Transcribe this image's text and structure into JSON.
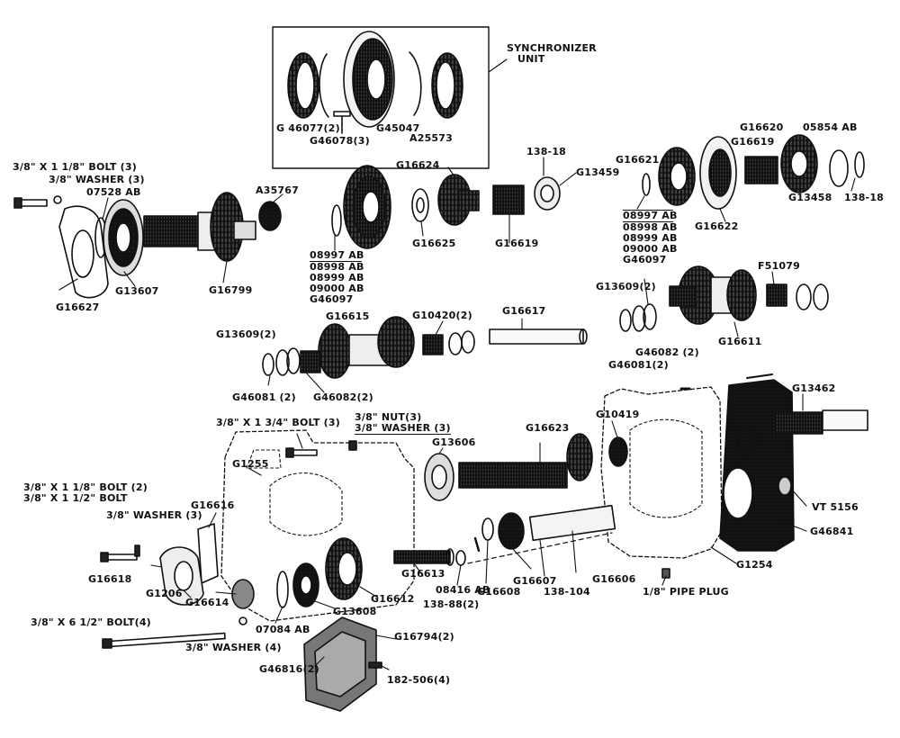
{
  "synchronizer": {
    "title_line1": "SYNCHRONIZER",
    "title_line2": "UNIT",
    "parts": [
      "G 46077(2)",
      "G45047",
      "G46078(3)",
      "A25573"
    ]
  },
  "labels": {
    "bolt_3_8x1_1_8_3": "3/8\" X 1 1/8\" BOLT (3)",
    "washer_3_8_3_top": "3/8\" WASHER (3)",
    "p07528ab": "07528 AB",
    "a35767": "A35767",
    "g16627": "G16627",
    "g13607": "G13607",
    "g16799": "G16799",
    "g16624": "G16624",
    "p138_18_top": "138-18",
    "g13459": "G13459",
    "g16625": "G16625",
    "g16619_mid": "G16619",
    "g16620": "G16620",
    "p05854ab": "05854 AB",
    "g16621": "G16621",
    "g16619_right": "G16619",
    "g16622": "G16622",
    "g13458": "G13458",
    "p138_18_right": "138-18",
    "f51079": "F51079",
    "g13609_right": "G13609(2)",
    "g16611": "G16611",
    "g46082_right": "G46082 (2)",
    "g46081_right": "G46081(2)",
    "g16615": "G16615",
    "g10420": "G10420(2)",
    "g16617": "G16617",
    "g13609_left": "G13609(2)",
    "g46081_left": "G46081 (2)",
    "g46082_left": "G46082(2)",
    "bolt_3_8x1_3_4_3": "3/8\" X 1 3/4\" BOLT (3)",
    "nut_3_8_3": "3/8\" NUT(3)",
    "washer_3_8_3_mid": "3/8\" WASHER (3)",
    "g13606": "G13606",
    "g16623": "G16623",
    "g10419": "G10419",
    "g13462": "G13462",
    "g1255": "G1255",
    "bolt_3_8x1_1_8_2": "3/8\" X 1 1/8\" BOLT (2)",
    "bolt_3_8x1_1_2": "3/8\" X 1 1/2\" BOLT",
    "g16616": "G16616",
    "washer_3_8_3_left": "3/8\" WASHER (3)",
    "vt5156": "VT 5156",
    "g46841": "G46841",
    "g16618": "G16618",
    "g1206": "G1206",
    "g16613": "G16613",
    "p08416ab": "08416 AB",
    "g16607": "G16607",
    "g16606": "G16606",
    "g1254": "G1254",
    "g16614": "G16614",
    "g16612": "G16612",
    "g16608": "G16608",
    "p138_104": "138-104",
    "pipe_plug": "1/8\" PIPE PLUG",
    "g13608": "G13608",
    "p138_88": "138-88(2)",
    "p07084ab": "07084 AB",
    "bolt_3_8x6_1_2_4": "3/8\" X 6 1/2\" BOLT(4)",
    "g16794": "G16794(2)",
    "washer_3_8_4": "3/8\" WASHER (4)",
    "g46816": "G46816(2)",
    "p182_506": "182-506(4)"
  },
  "parts_lists": {
    "mid": [
      "08997 AB",
      "08998 AB",
      "08999 AB",
      "09000 AB",
      "G46097"
    ],
    "right": [
      "08997 AB",
      "08998 AB",
      "08999 AB",
      "09000 AB",
      "G46097"
    ]
  }
}
